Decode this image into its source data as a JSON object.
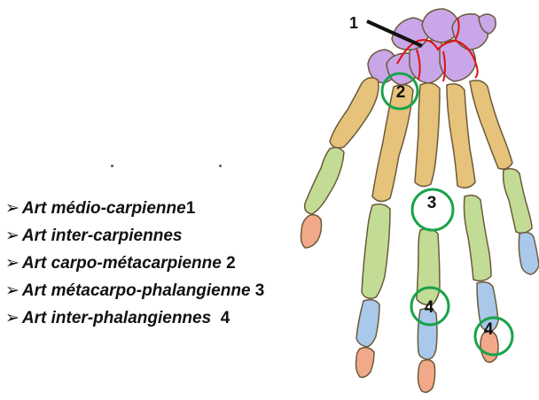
{
  "legend": {
    "arrow": "➢",
    "items": [
      {
        "label": "Art médio-carpienne",
        "num": "1"
      },
      {
        "label": "Art inter-carpiennes",
        "num": ""
      },
      {
        "label": "Art carpo-métacarpienne",
        "num": " 2"
      },
      {
        "label": "Art métacarpo-phalangienne",
        "num": " 3"
      },
      {
        "label": "Art inter-phalangiennes",
        "num": "  4"
      }
    ]
  },
  "markers": {
    "m1": "1",
    "m2": "2",
    "m3": "3",
    "m4a": "4",
    "m4b": "4"
  },
  "colors": {
    "carpal": "#c9a6e8",
    "metacarpal": "#e6c27a",
    "proximal_phalanx": "#c2dc96",
    "middle_phalanx": "#a9c8ea",
    "distal_phalanx": "#f2a98a",
    "joint_line": "#e01010",
    "circle": "#1aa34a",
    "outline": "#6b5a3a"
  }
}
